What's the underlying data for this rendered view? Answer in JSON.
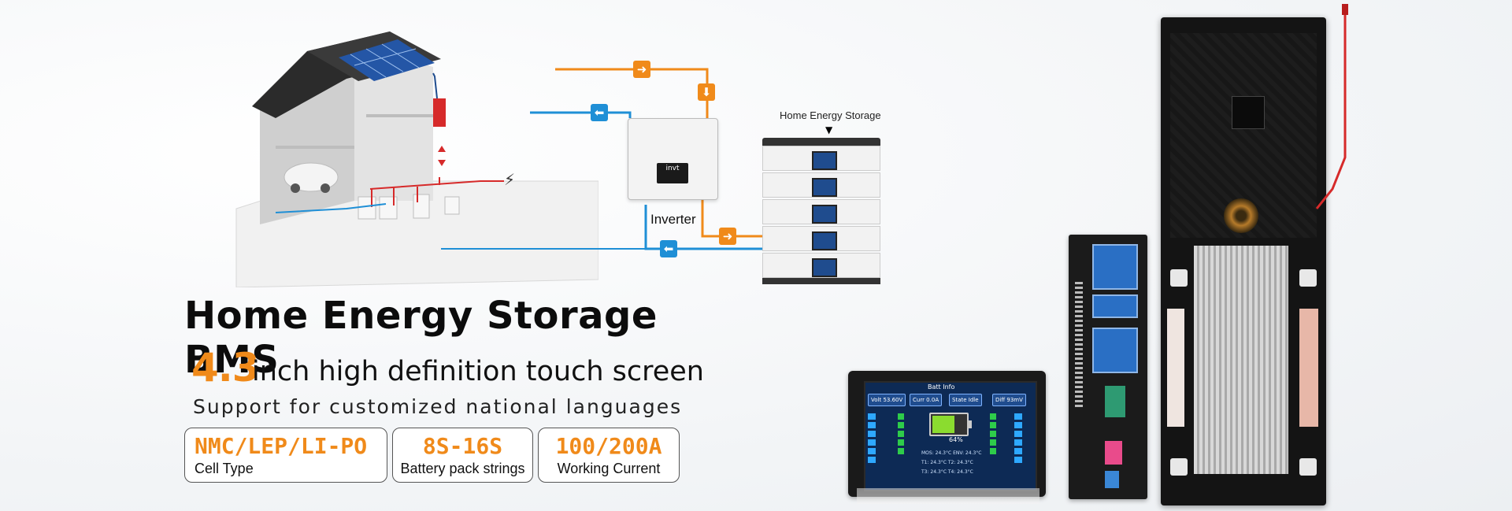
{
  "headline": "Home Energy Storage BMS",
  "screen_size": "4.3",
  "screen_desc": "inch high definition touch screen",
  "language_desc": "Support for customized national languages",
  "specs": [
    {
      "value": "NMC/LEP/LI-PO",
      "label": "Cell Type"
    },
    {
      "value": "8S-16S",
      "label": "Battery pack strings"
    },
    {
      "value": "100/200A",
      "label": "Working Current"
    }
  ],
  "diagram": {
    "storage_label": "Home Energy Storage",
    "inverter_label": "Inverter",
    "inverter_brand": "invt"
  },
  "screen": {
    "title": "Batt Info",
    "volt": "Volt  53.60V",
    "curr": "Curr  0.0A",
    "state": "State Idle",
    "diff": "Diff  93mV",
    "percent": "64%",
    "line1": "MOS: 24.3°C   ENV: 24.3°C",
    "line2": "T1: 24.3°C     T2: 24.3°C",
    "line3": "T3: 24.3°C     T4: 24.3°C"
  },
  "colors": {
    "accent": "#f08a1a",
    "flow_blue": "#1f8fd6",
    "text": "#0c0c0c"
  },
  "icons": {
    "flow_right": "orange-arrow-right-icon",
    "flow_down": "orange-arrow-down-icon",
    "flow_left": "blue-arrow-left-icon",
    "marker": "triangle-down-icon"
  }
}
